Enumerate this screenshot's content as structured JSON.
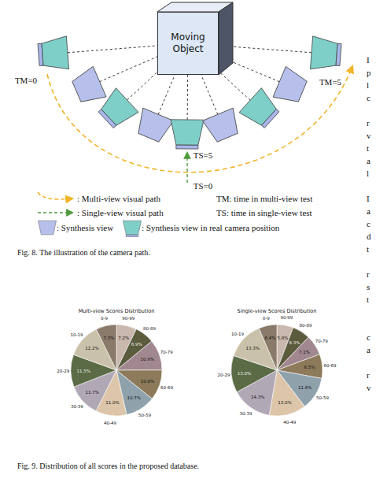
{
  "diagram": {
    "nodes": [
      {
        "text": [
          "Moving Object"
        ]
      }
    ],
    "labels": [
      "TM=0",
      "TM=5",
      "TS=5",
      "TS=0",
      "Multi-view Scores Distribution",
      "90-99",
      "7.2%",
      "80-89",
      "6.9%",
      "70-79",
      "10.9%",
      "60-69",
      "10.8%",
      "50-59",
      "10.7%",
      "40-49",
      "11.0%",
      "30-39",
      "11.7%",
      "20-29",
      "11.5%",
      "10-19",
      "12.2%",
      "0-9",
      "7.3%",
      "Single-view Scores Distribution",
      "90-99",
      "5.8%",
      "80-89",
      "6.3%",
      "70-79",
      "7.1%",
      "60-69",
      "8.5%",
      "50-59",
      "11.6%",
      "40-49",
      "13.0%",
      "30-39",
      "14.3%",
      "20-29",
      "13.0%",
      "10-19",
      "13.3%",
      "0-9",
      "6.4%",
      "Fig. 8.  The illustration of the camera path.",
      "Fig. 9.  Distribution of all scores in the proposed database.",
      "I",
      "p",
      "l",
      "c",
      "r",
      "v",
      "t",
      "a",
      "l",
      "I",
      "a",
      "c",
      "d",
      "t",
      "r",
      "s",
      "t",
      "c",
      "a",
      "r",
      "v"
    ],
    "legend": [
      {
        "text": ": Multi-view visual path"
      },
      {
        "text": "TM: time in multi-view test"
      },
      {
        "text": ": Single-view visual path"
      },
      {
        "text": "TS: time in single-view test"
      },
      {
        "text": ": Synthesis view"
      },
      {
        "text": ": Synthesis view in real camera position"
      }
    ]
  }
}
